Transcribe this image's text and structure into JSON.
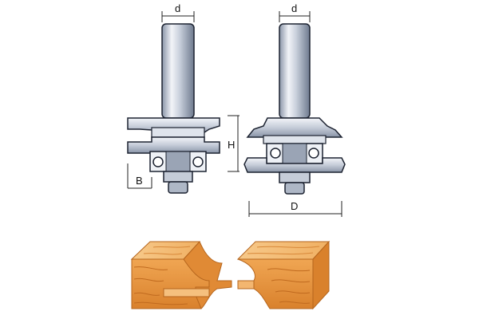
{
  "labels": {
    "d_left": "d",
    "d_right": "d",
    "H": "H",
    "B": "B",
    "D": "D"
  },
  "colors": {
    "steel_light": "#eef1f6",
    "steel_mid": "#b9c2d1",
    "steel_dark": "#6e7a8e",
    "outline": "#1c2230",
    "wood_light": "#f6c27a",
    "wood_mid": "#e9953c",
    "wood_dark": "#c8701f",
    "wood_grain": "#b85f18",
    "dimension_line": "#222222"
  }
}
